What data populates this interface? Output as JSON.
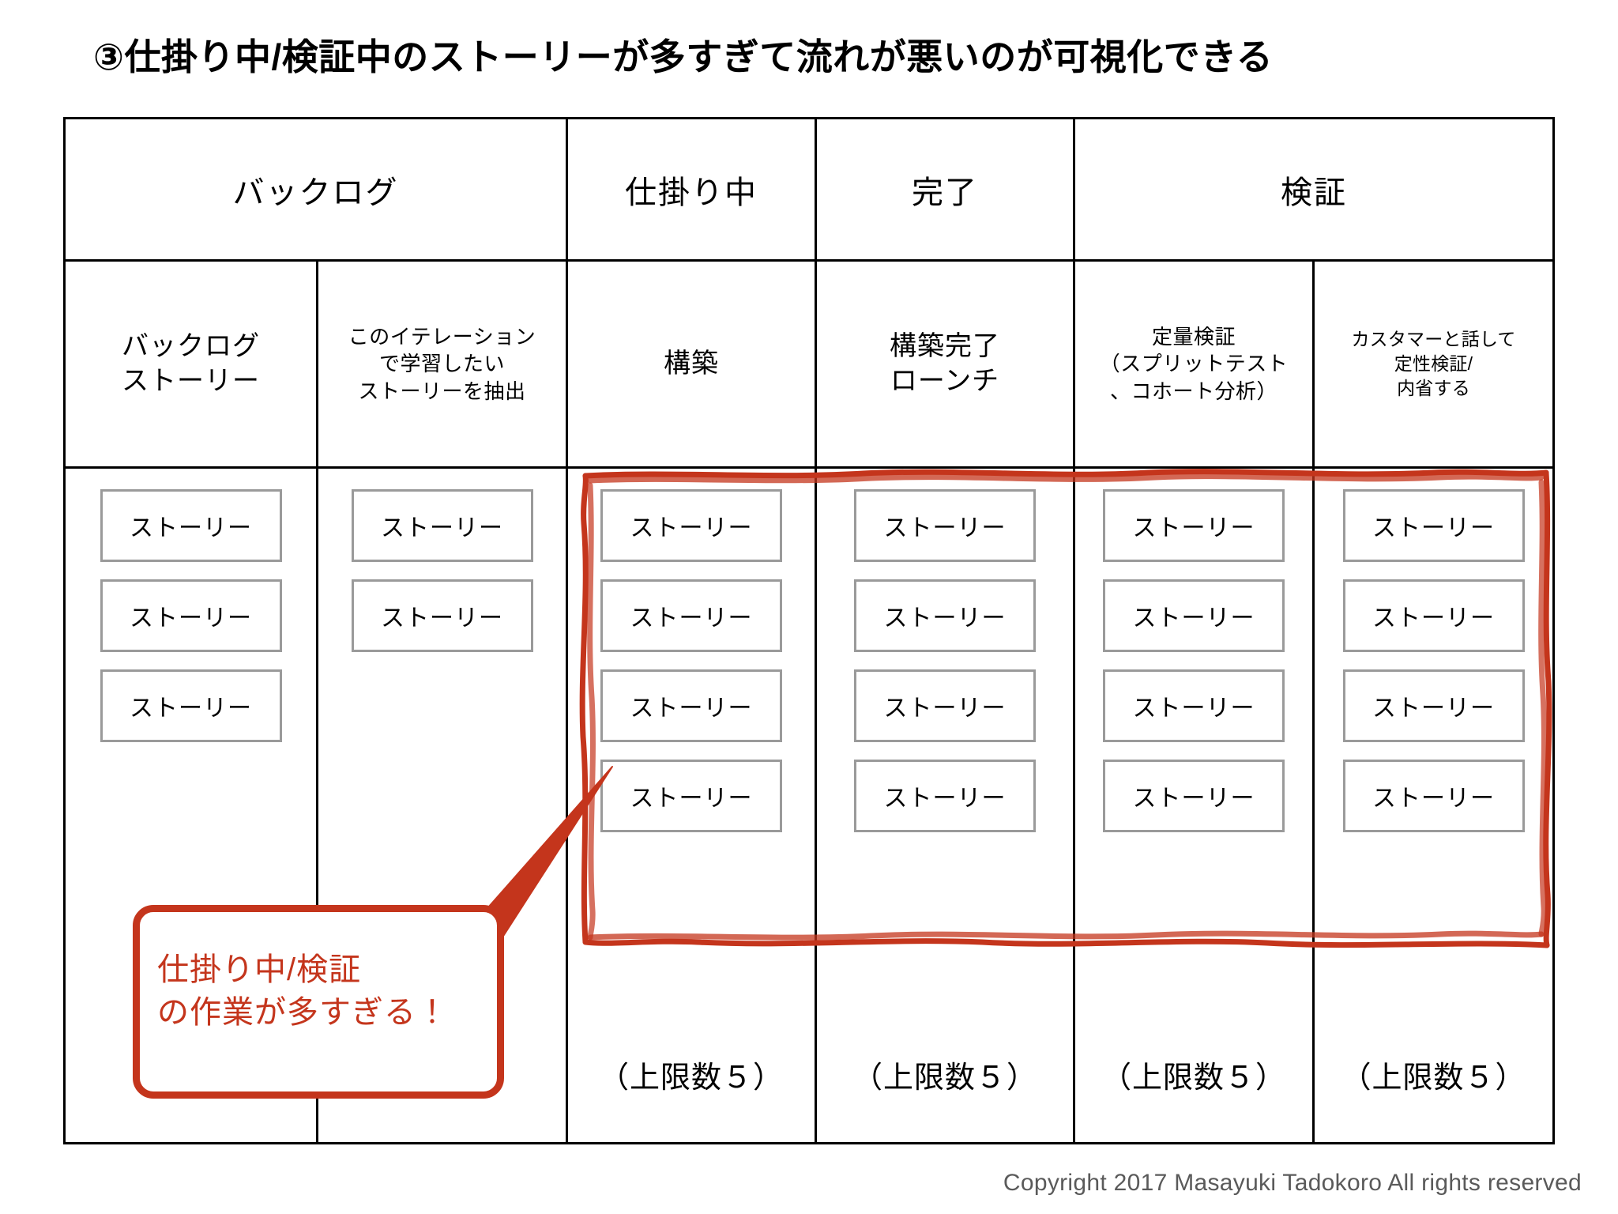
{
  "slide": {
    "title": "③仕掛り中/検証中のストーリーが多すぎて流れが悪いのが可視化できる",
    "copyright": "Copyright 2017 Masayuki Tadokoro All rights reserved",
    "accent_color": "#C4351C",
    "card_border_color": "#9a9a9a",
    "grid_color": "#000000"
  },
  "board": {
    "top_headers": [
      {
        "label": "バックログ",
        "span": 2
      },
      {
        "label": "仕掛り中",
        "span": 1
      },
      {
        "label": "完了",
        "span": 1
      },
      {
        "label": "検証",
        "span": 2
      }
    ],
    "sub_headers": [
      {
        "lines": [
          "バックログ",
          "ストーリー"
        ],
        "size": "normal"
      },
      {
        "lines": [
          "このイテレーション",
          "で学習したい",
          "ストーリーを抽出"
        ],
        "size": "small"
      },
      {
        "lines": [
          "構築"
        ],
        "size": "normal"
      },
      {
        "lines": [
          "構築完了",
          "ローンチ"
        ],
        "size": "normal"
      },
      {
        "lines": [
          "定量検証",
          "（スプリットテスト",
          "、コホート分析）"
        ],
        "size": "small"
      },
      {
        "lines": [
          "カスタマーと話して",
          "定性検証/",
          "内省する"
        ],
        "size": "xsmall"
      }
    ],
    "columns": [
      {
        "name": "backlog-stories",
        "card_label": "ストーリー",
        "card_count": 3,
        "limit_label": "",
        "highlighted": false
      },
      {
        "name": "iteration-selected",
        "card_label": "ストーリー",
        "card_count": 2,
        "limit_label": "",
        "highlighted": false
      },
      {
        "name": "build",
        "card_label": "ストーリー",
        "card_count": 4,
        "limit_label": "（上限数５）",
        "highlighted": true
      },
      {
        "name": "build-complete-launch",
        "card_label": "ストーリー",
        "card_count": 4,
        "limit_label": "（上限数５）",
        "highlighted": true
      },
      {
        "name": "quantitative-validation",
        "card_label": "ストーリー",
        "card_count": 4,
        "limit_label": "（上限数５）",
        "highlighted": true
      },
      {
        "name": "qualitative-validation",
        "card_label": "ストーリー",
        "card_count": 4,
        "limit_label": "（上限数５）",
        "highlighted": true
      }
    ]
  },
  "callout": {
    "lines": [
      "仕掛り中/検証",
      "の作業が多すぎる！"
    ],
    "color": "#C4351C"
  }
}
